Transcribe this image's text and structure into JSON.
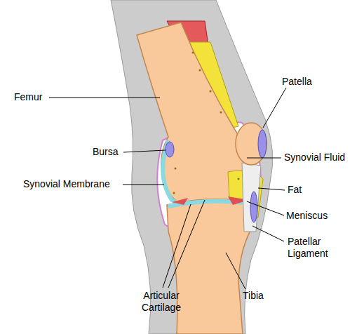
{
  "diagram": {
    "labels": [
      "Femur",
      "Patella",
      "Bursa",
      "Synovial Fluid",
      "Synovial Membrane",
      "Fat",
      "Meniscus",
      "Patellar Ligament",
      "Articular Cartilage",
      "Tibia"
    ]
  }
}
